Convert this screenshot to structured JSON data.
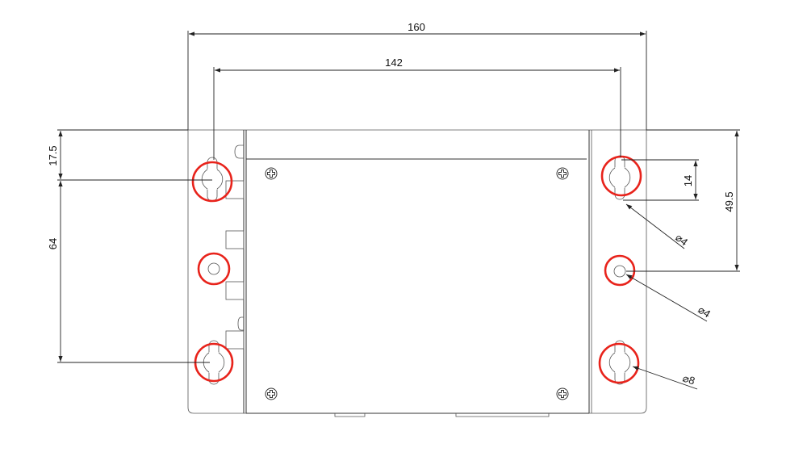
{
  "drawing": {
    "dimensions": {
      "overall_width": "160",
      "hole_spacing_width": "142",
      "top_to_hole": "17.5",
      "vertical_hole_spacing": "64",
      "top_to_center_hole": "49.5",
      "slot_length": "14"
    },
    "callouts": {
      "slot_diameter": "⌀4",
      "center_hole_diameter": "⌀4",
      "keyhole_diameter": "⌀8"
    },
    "highlight_color": "#e8231b",
    "line_color": "#333333"
  }
}
